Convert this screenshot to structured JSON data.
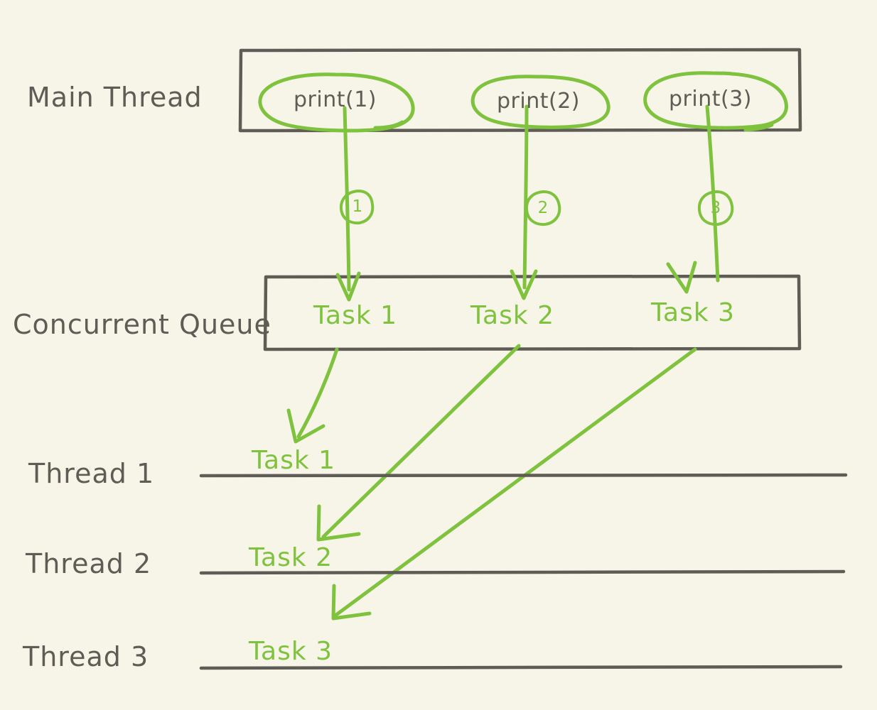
{
  "diagram": {
    "title": "Main Thread dispatch to Concurrent Queue and worker threads",
    "background_color": "#f7f4e8",
    "ink_color": "#5f5c56",
    "accent_color": "#7fc23e"
  },
  "stages": {
    "main_thread_label": "Main Thread",
    "queue_label": "Concurrent Queue"
  },
  "calls": [
    {
      "label": "print(1)"
    },
    {
      "label": "print(2)"
    },
    {
      "label": "print(3)"
    }
  ],
  "steps": [
    {
      "number": "1"
    },
    {
      "number": "2"
    },
    {
      "number": "3"
    }
  ],
  "queue_tasks": [
    {
      "label": "Task 1"
    },
    {
      "label": "Task 2"
    },
    {
      "label": "Task 3"
    }
  ],
  "threads": [
    {
      "label": "Thread 1",
      "task": "Task 1"
    },
    {
      "label": "Thread 2",
      "task": "Task 2"
    },
    {
      "label": "Thread 3",
      "task": "Task 3"
    }
  ]
}
